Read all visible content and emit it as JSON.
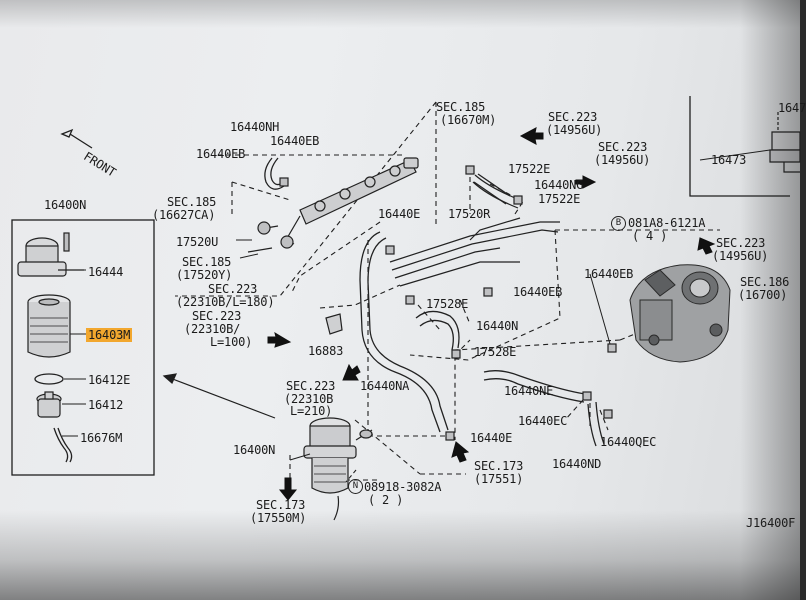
{
  "front_label": "FRONT",
  "drawing_id": "J16400F",
  "callout": {
    "s16473": "1647"
  },
  "parts": {
    "p16400N_top": "16400N",
    "p16444": "16444",
    "p16403M": "16403M",
    "p16412E": "16412E",
    "p16412": "16412",
    "p16676M": "16676M",
    "p16440NH": "16440NH",
    "p16440EB_a": "16440EB",
    "p16440EB_b": "16440EB",
    "p17520U": "17520U",
    "p16440E_mid": "16440E",
    "p17520R": "17520R",
    "p17522E_a": "17522E",
    "p16440NG": "16440NG",
    "p17522E_b": "17522E",
    "p17528E_a": "17528E",
    "p16440EB_c": "16440EB",
    "p16440N": "16440N",
    "p17528E_b": "17528E",
    "p16883": "16883",
    "p16440NA": "16440NA",
    "p16440NE": "16440NE",
    "p16440EB_d": "16440EB",
    "p16440EC": "16440EC",
    "p16440QEC": "16440QEC",
    "p16440ND": "16440ND",
    "p16440E_low": "16440E",
    "p16400N_low": "16400N",
    "p16473": "16473",
    "bolt_a_text": "081A8-6121A",
    "bolt_a_qty": "( 4 )",
    "bolt_a_letter": "B",
    "nut_n_text": "08918-3082A",
    "nut_n_qty": "( 2 )",
    "nut_n_letter": "N"
  },
  "sec_refs": {
    "s185_top": [
      "SEC.185",
      "(16670M)"
    ],
    "s223_top1": [
      "SEC.223",
      "(14956U)"
    ],
    "s223_top2": [
      "SEC.223",
      "(14956U)"
    ],
    "s185_left": [
      "SEC.185",
      "(16627CA)"
    ],
    "s185_mid": [
      "SEC.185",
      "(17520Y)"
    ],
    "s223_l180": [
      "SEC.223",
      "(22310B/L=180)"
    ],
    "s223_l100": [
      "SEC.223",
      "(22310B/",
      "L=100)"
    ],
    "s223_right": [
      "SEC.223",
      "(14956U)"
    ],
    "s186": [
      "SEC.186",
      "(16700)"
    ],
    "s223_l210": [
      "SEC.223",
      "(22310B",
      "L=210)"
    ],
    "s173_right": [
      "SEC.173",
      "(17551)"
    ],
    "s173_bottom": [
      "SEC.173",
      "(17550M)"
    ]
  }
}
